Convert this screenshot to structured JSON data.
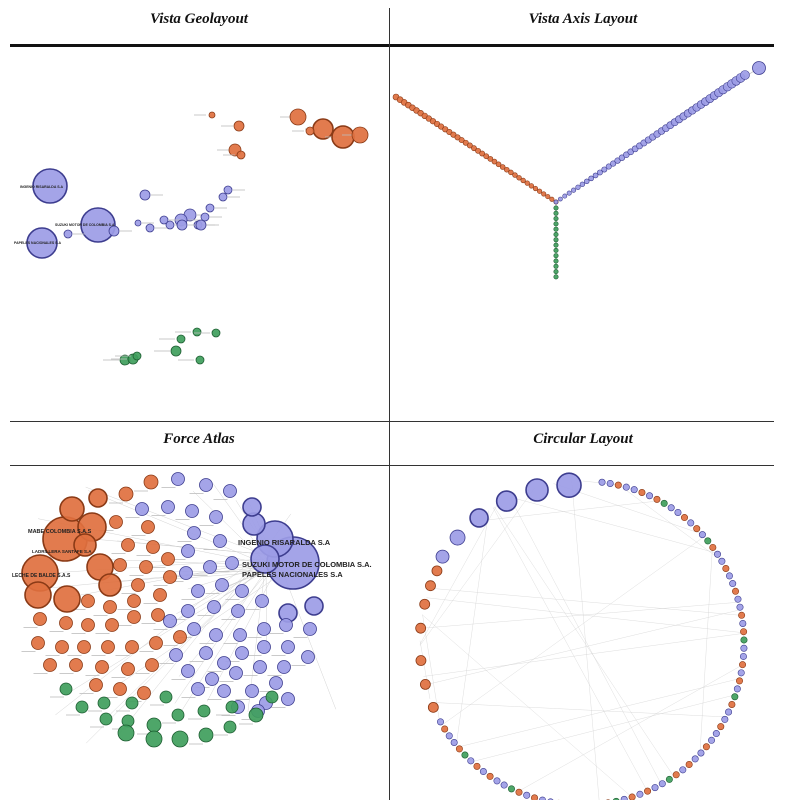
{
  "panels": {
    "geo": {
      "title": "Vista Geolayout"
    },
    "axis": {
      "title": "Vista Axis Layout"
    },
    "force": {
      "title": "Force Atlas"
    },
    "circular": {
      "title": "Circular Layout"
    }
  },
  "colors": {
    "orange": "#e0703f",
    "orange_stroke": "#8a3a16",
    "purple": "#9c9ce6",
    "purple_stroke": "#3d3d8f",
    "green": "#3f9e5c",
    "green_stroke": "#1e5e32",
    "edge": "#c8c8c8"
  },
  "labels": {
    "force_1": "INGENIO RISARALDA S.A",
    "force_2": "SUZUKI MOTOR DE COLOMBIA S.A.",
    "force_3": "PAPELES NACIONALES S.A",
    "force_4": "MABE COLOMBIA S.A.S",
    "force_5": "LADRILLERA SANTAFE S.A",
    "force_6": "LECHE DE BALDE S.A.S",
    "geo_1": "INGENIO RISARALDA S.A",
    "geo_2": "SUZUKI MOTOR DE COLOMBIA S.A",
    "geo_3": "PAPELES NACIONALES S.A"
  }
}
